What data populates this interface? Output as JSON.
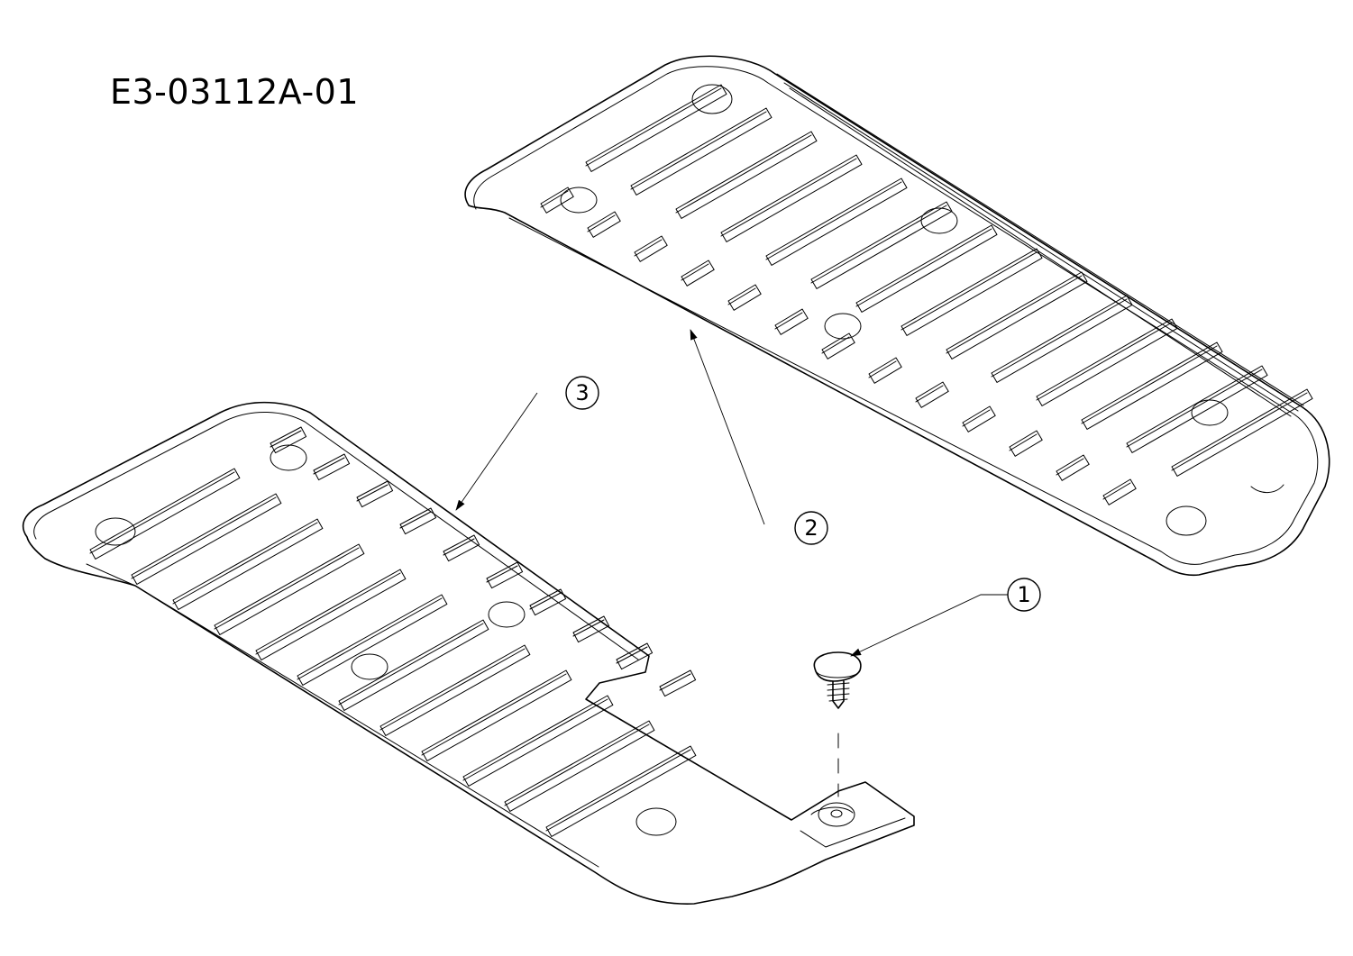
{
  "drawing_id": "E3-03112A-01",
  "callouts": [
    {
      "number": "1",
      "part": "screw"
    },
    {
      "number": "2",
      "part": "right-floor-mat"
    },
    {
      "number": "3",
      "part": "left-floor-mat"
    }
  ],
  "colors": {
    "line": "#000000",
    "background": "#ffffff"
  }
}
